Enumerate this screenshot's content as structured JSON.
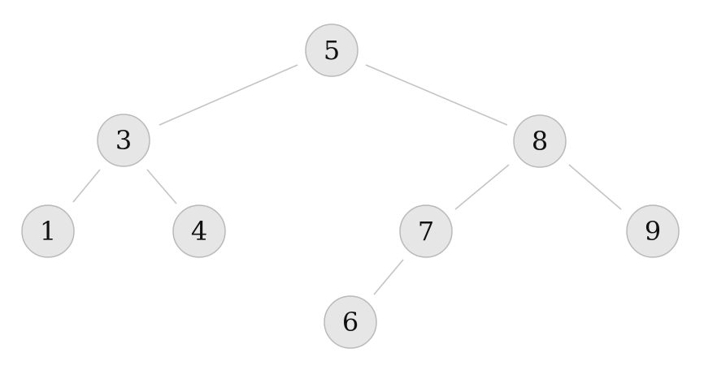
{
  "tree": {
    "nodes": [
      {
        "id": "n5",
        "label": "5"
      },
      {
        "id": "n3",
        "label": "3"
      },
      {
        "id": "n8",
        "label": "8"
      },
      {
        "id": "n1",
        "label": "1"
      },
      {
        "id": "n4",
        "label": "4"
      },
      {
        "id": "n7",
        "label": "7"
      },
      {
        "id": "n9",
        "label": "9"
      },
      {
        "id": "n6",
        "label": "6"
      }
    ],
    "edges": [
      {
        "from": "n5",
        "to": "n3"
      },
      {
        "from": "n5",
        "to": "n8"
      },
      {
        "from": "n3",
        "to": "n1"
      },
      {
        "from": "n3",
        "to": "n4"
      },
      {
        "from": "n8",
        "to": "n7"
      },
      {
        "from": "n8",
        "to": "n9"
      },
      {
        "from": "n7",
        "to": "n6"
      }
    ],
    "colors": {
      "node_fill": "#e6e6e6",
      "node_stroke": "#b9b9b9",
      "edge": "#c4c4c4",
      "text": "#111111"
    }
  }
}
